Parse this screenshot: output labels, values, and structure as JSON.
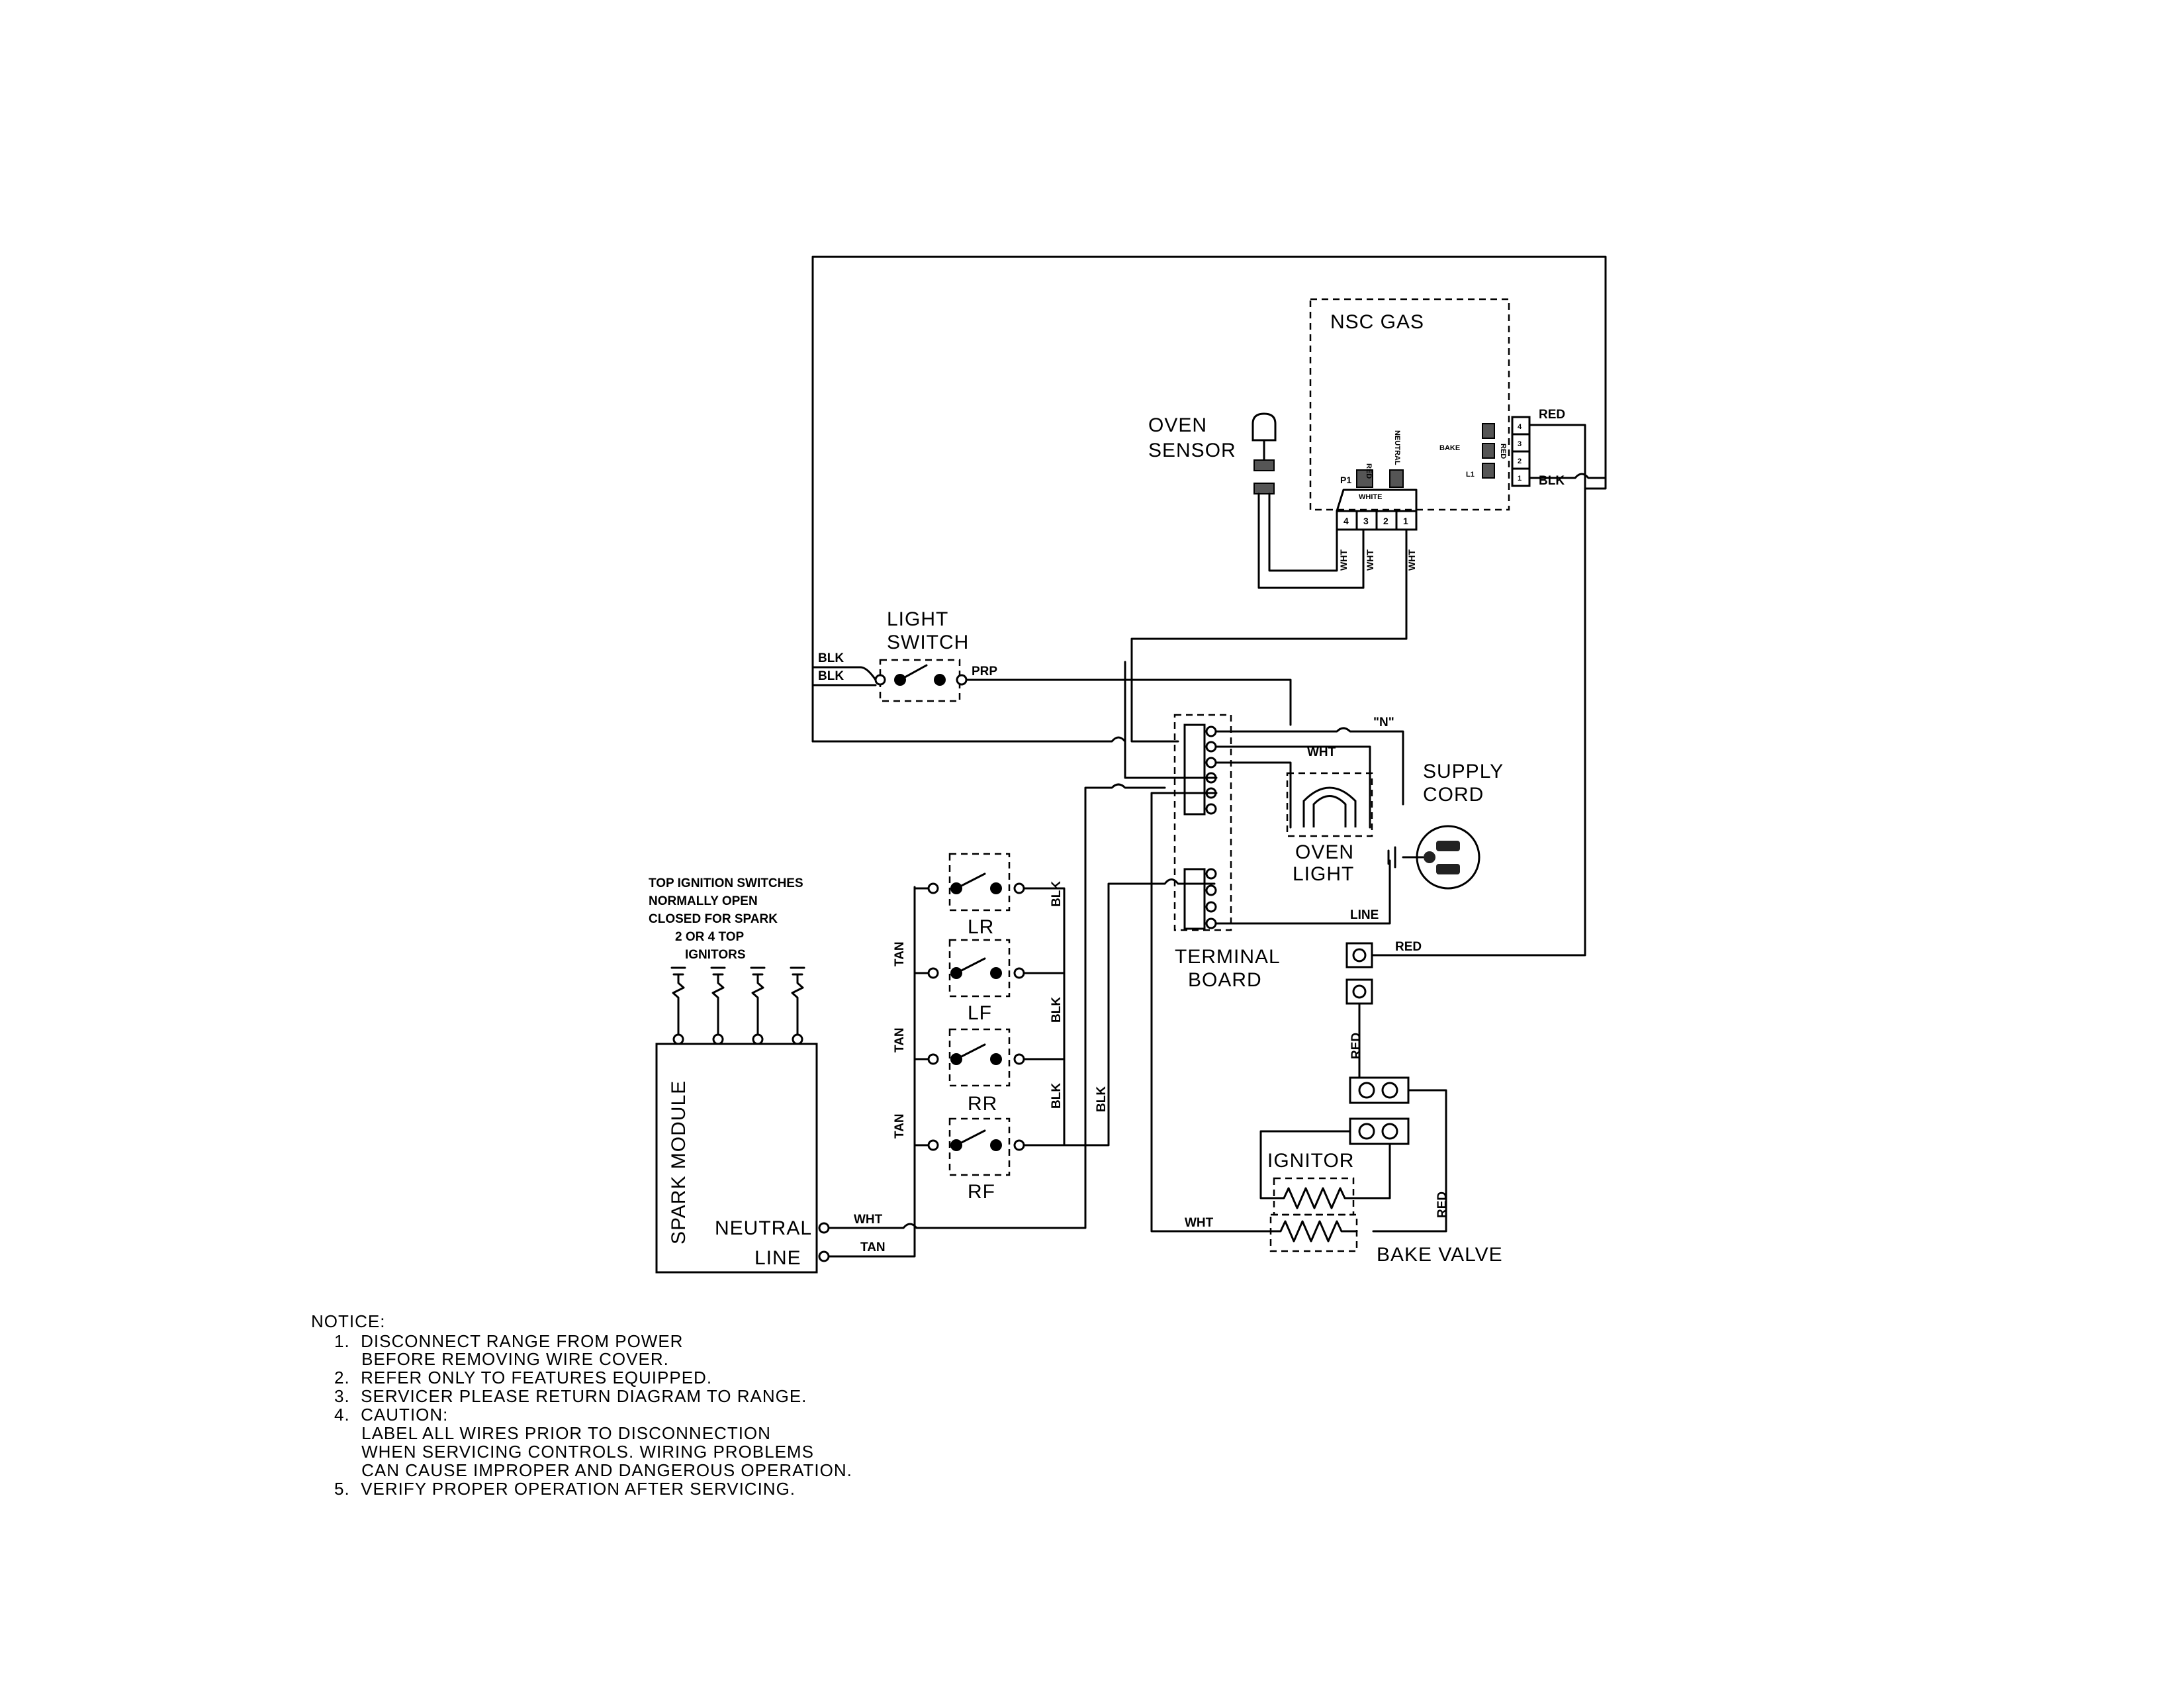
{
  "components": {
    "nsc_gas": "NSC GAS",
    "oven_sensor": [
      "OVEN",
      "SENSOR"
    ],
    "light_switch": [
      "LIGHT",
      "SWITCH"
    ],
    "supply_cord": [
      "SUPPLY",
      "CORD"
    ],
    "oven_light": [
      "OVEN",
      "LIGHT"
    ],
    "terminal_board": [
      "TERMINAL",
      "BOARD"
    ],
    "spark_module": "SPARK MODULE",
    "ignitor": "IGNITOR",
    "bake_valve": "BAKE VALVE",
    "neutral_lbl": "NEUTRAL",
    "line_lbl": "LINE"
  },
  "switches": [
    "LR",
    "LF",
    "RR",
    "RF"
  ],
  "ignition_note": [
    "TOP IGNITION SWITCHES",
    "NORMALLY OPEN",
    "CLOSED FOR SPARK",
    "2 OR 4 TOP",
    "IGNITORS"
  ],
  "connector": {
    "white": "WHITE",
    "pins": [
      "4",
      "3",
      "2",
      "1"
    ],
    "p1": "P1",
    "neutral": "NEUTRAL",
    "l1": "L1",
    "right_pins": [
      "4",
      "3",
      "2",
      "1"
    ],
    "bake": "BAKE",
    "red": "RED"
  },
  "wires": {
    "red": "RED",
    "blk": "BLK",
    "wht": "WHT",
    "tan": "TAN",
    "prp": "PRP",
    "line": "LINE",
    "n": "\"N\""
  },
  "notice": {
    "title": "NOTICE:",
    "items": [
      "1.  DISCONNECT RANGE FROM POWER",
      "     BEFORE REMOVING WIRE COVER.",
      "2.  REFER ONLY TO FEATURES EQUIPPED.",
      "3.  SERVICER PLEASE RETURN DIAGRAM TO RANGE.",
      "4.  CAUTION:",
      "     LABEL ALL WIRES PRIOR TO DISCONNECTION",
      "     WHEN SERVICING CONTROLS. WIRING PROBLEMS",
      "     CAN CAUSE IMPROPER AND DANGEROUS OPERATION.",
      "5.  VERIFY PROPER OPERATION AFTER SERVICING."
    ]
  }
}
